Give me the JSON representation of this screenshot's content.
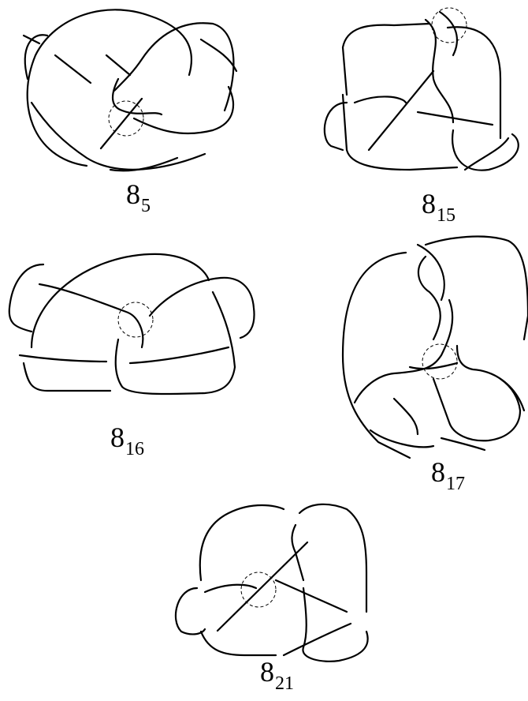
{
  "knots": [
    {
      "id": "8_5",
      "crossing_number": "8",
      "index": "5"
    },
    {
      "id": "8_15",
      "crossing_number": "8",
      "index": "15"
    },
    {
      "id": "8_16",
      "crossing_number": "8",
      "index": "16"
    },
    {
      "id": "8_17",
      "crossing_number": "8",
      "index": "17"
    },
    {
      "id": "8_21",
      "crossing_number": "8",
      "index": "21"
    }
  ],
  "style": {
    "stroke_color": "#000000",
    "background": "#ffffff"
  }
}
